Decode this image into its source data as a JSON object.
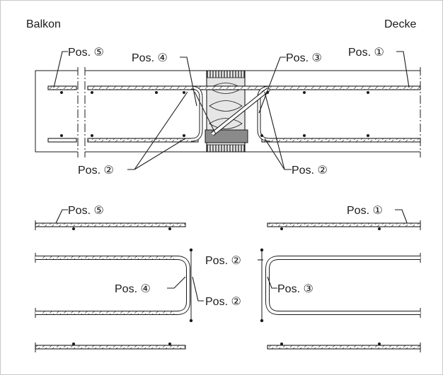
{
  "labels": {
    "balkon": "Balkon",
    "decke": "Decke"
  },
  "positions": {
    "p1": "Pos. ①",
    "p2": "Pos. ②",
    "p3": "Pos. ③",
    "p4": "Pos. ④",
    "p5": "Pos. ⑤"
  },
  "colors": {
    "line": "#1a1a1a",
    "frame": "#c8c8c8",
    "insulation": "#e6e6e6",
    "bearing": "#8a8a8a"
  }
}
